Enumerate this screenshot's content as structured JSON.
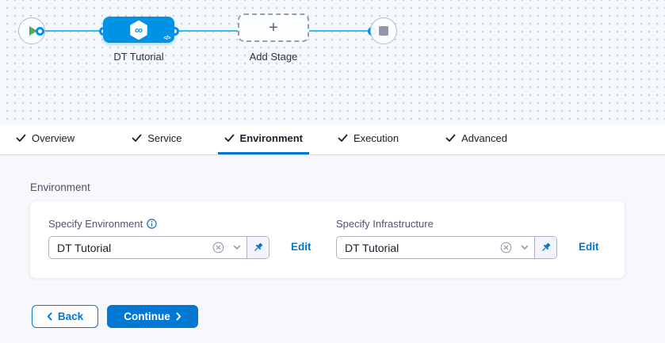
{
  "canvas": {
    "stage_label": "DT Tutorial",
    "add_stage_label": "Add Stage",
    "plus_glyph": "+",
    "infinity_glyph": "∞",
    "code_glyph": "</>"
  },
  "tabs": [
    {
      "label": "Overview",
      "checked": true,
      "active": false
    },
    {
      "label": "Service",
      "checked": true,
      "active": false
    },
    {
      "label": "Environment",
      "checked": true,
      "active": true
    },
    {
      "label": "Execution",
      "checked": true,
      "active": false
    },
    {
      "label": "Advanced",
      "checked": true,
      "active": false
    }
  ],
  "environment_section": {
    "heading": "Environment",
    "environment": {
      "label": "Specify Environment",
      "has_info_icon": true,
      "value": "DT Tutorial",
      "edit_label": "Edit"
    },
    "infrastructure": {
      "label": "Specify Infrastructure",
      "value": "DT Tutorial",
      "edit_label": "Edit"
    }
  },
  "footer": {
    "back_label": "Back",
    "continue_label": "Continue"
  },
  "colors": {
    "primary_blue": "#0278d5",
    "stage_node_blue": "#0092e4",
    "connector_blue": "#3eb9f0",
    "play_green": "#4caf55",
    "canvas_bg": "#f5f9fd",
    "content_bg": "#f6f8fb"
  }
}
